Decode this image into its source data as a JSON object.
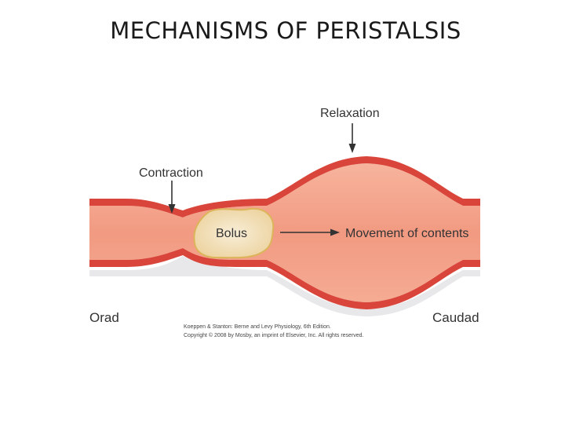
{
  "title": "MECHANISMS OF PERISTALSIS",
  "labels": {
    "relaxation": "Relaxation",
    "contraction": "Contraction",
    "bolus": "Bolus",
    "movement": "Movement of contents",
    "orad": "Orad",
    "caudad": "Caudad"
  },
  "credit": {
    "line1": "Koeppen & Stanton: Berne and Levy Physiology, 6th Edition.",
    "line2": "Copyright © 2008 by Mosby, an imprint of Elsevier, Inc. All rights reserved."
  },
  "colors": {
    "wall": "#d9453a",
    "lumen": "#f4a58c",
    "bolus_fill": "#f3e3bf",
    "bolus_border": "#dcb45a",
    "arrow": "#333333"
  }
}
